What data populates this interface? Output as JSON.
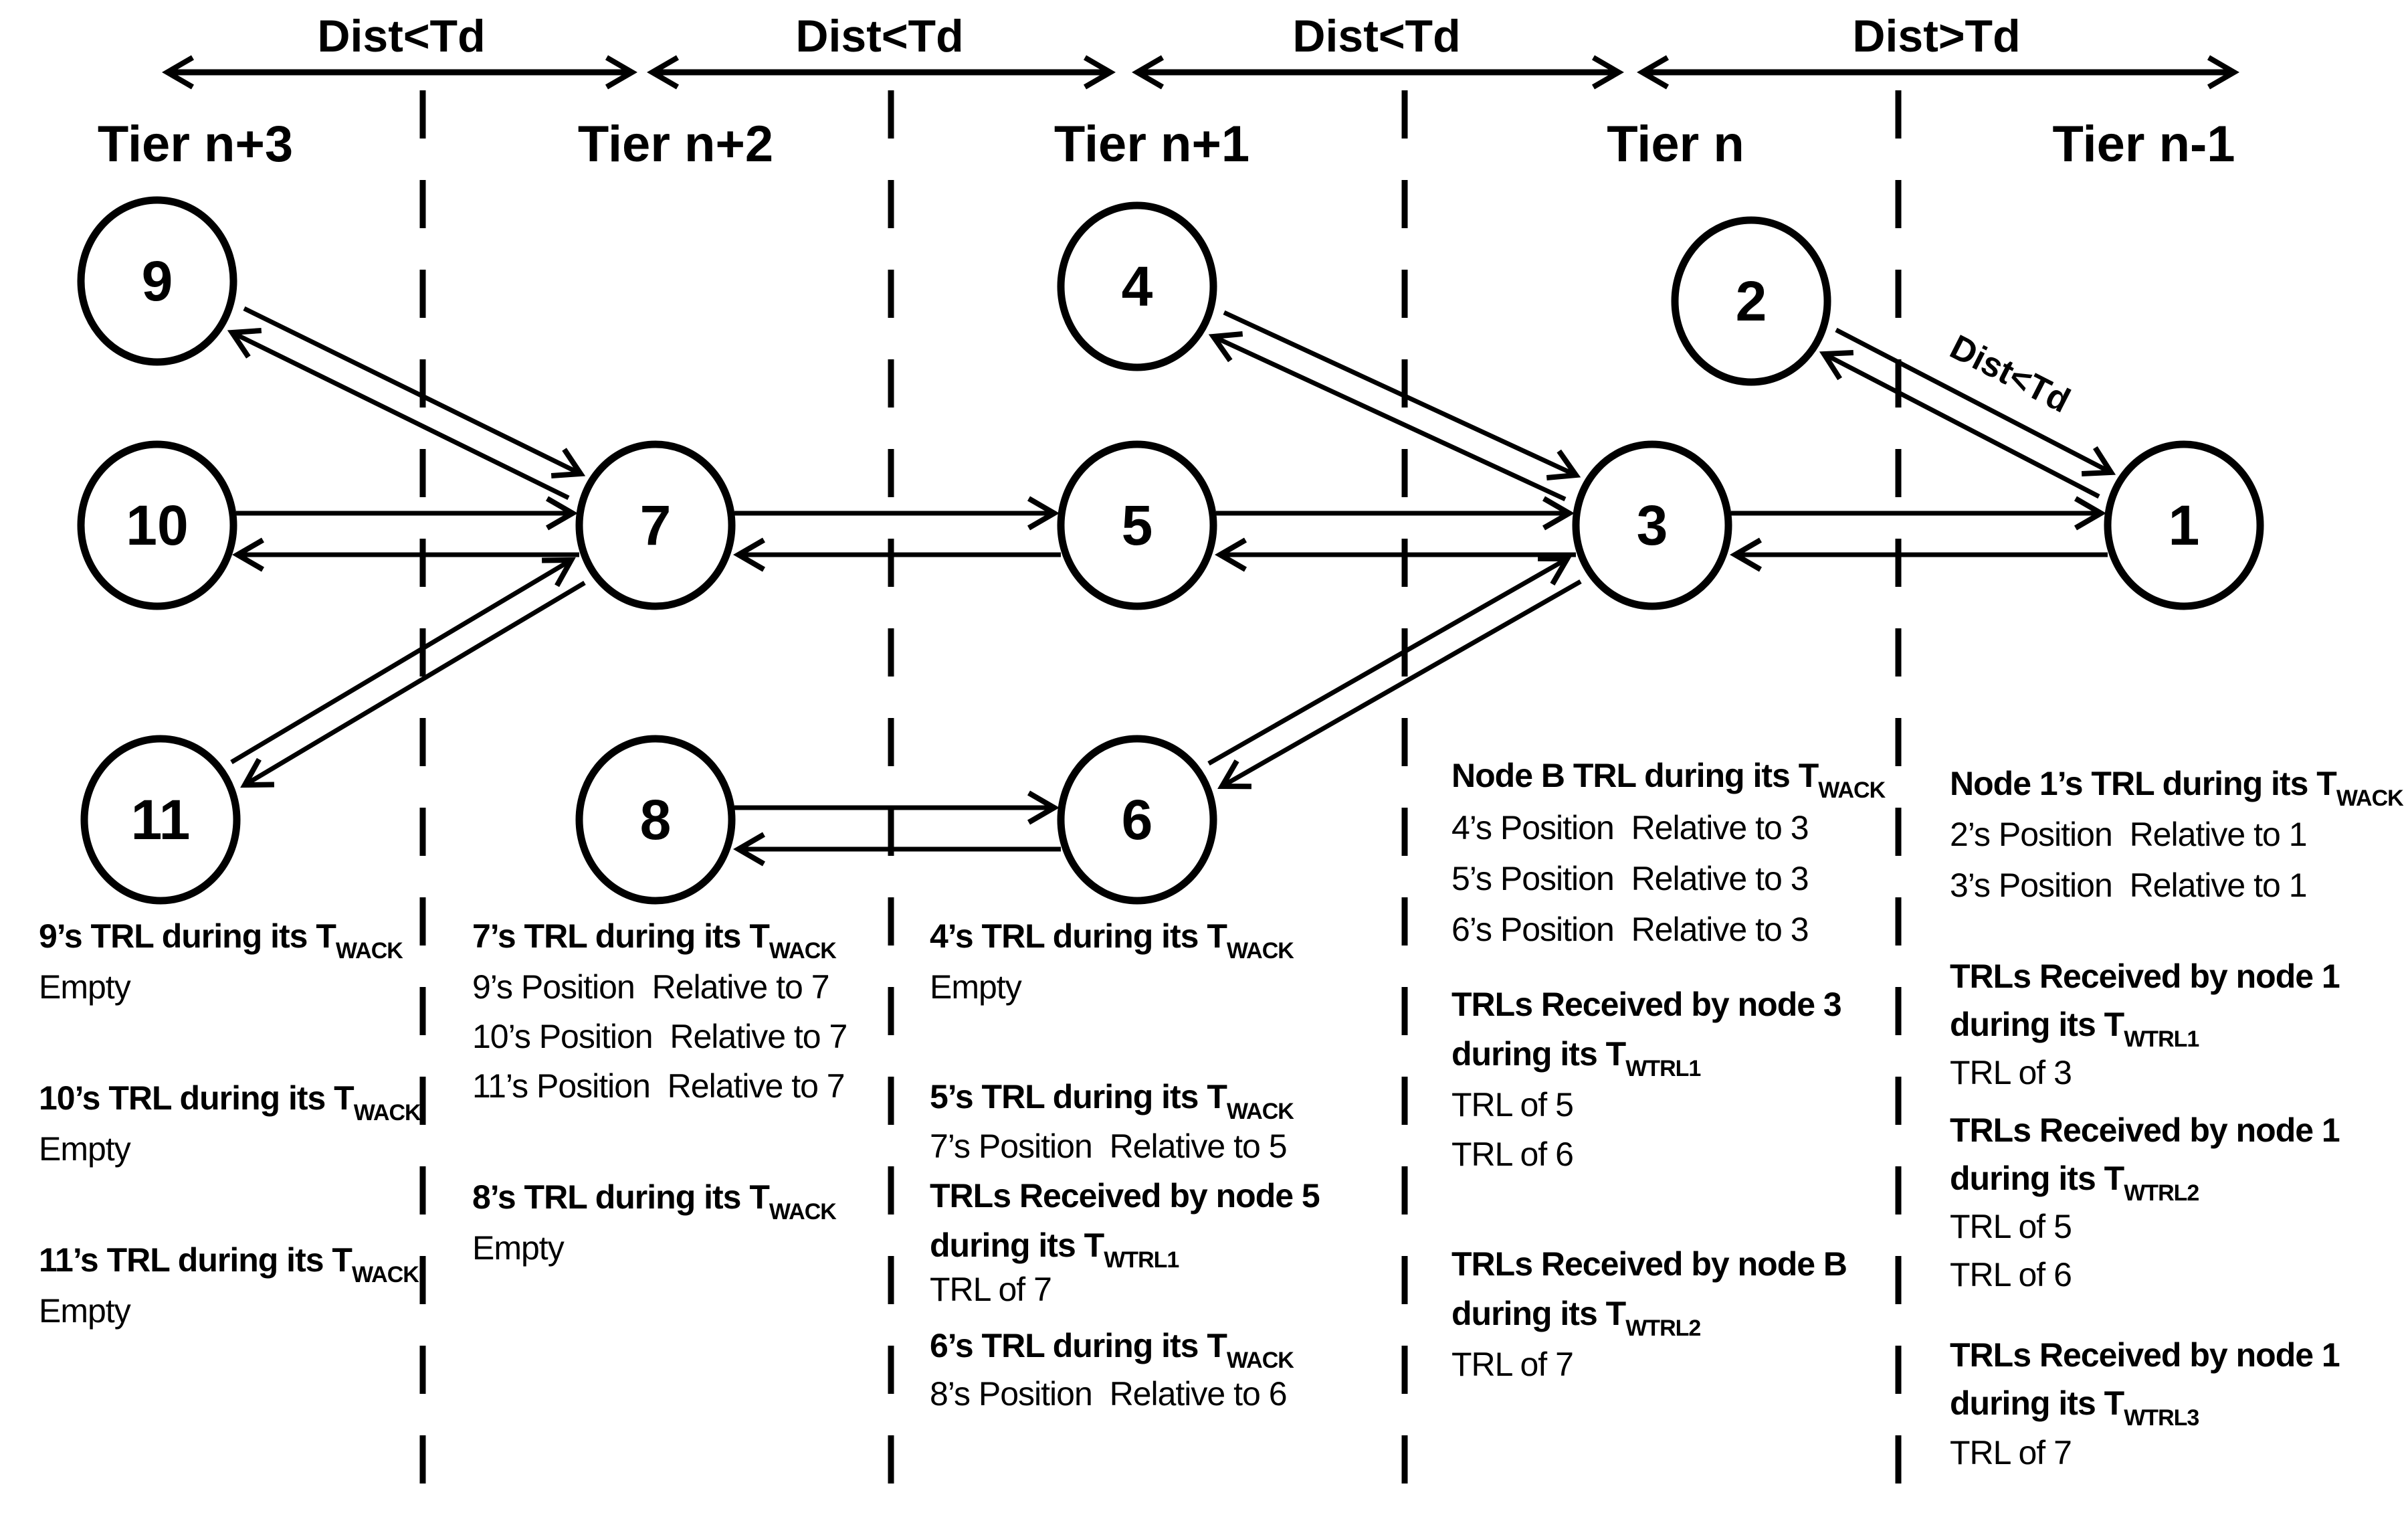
{
  "header": {
    "segments": [
      "Dist<Td",
      "Dist<Td",
      "Dist<Td",
      "Dist>Td"
    ],
    "tiers": [
      "Tier n+3",
      "Tier n+2",
      "Tier n+1",
      "Tier n",
      "Tier n-1"
    ]
  },
  "edge_label": "Dist<Td",
  "colors": {
    "ink": "#000000",
    "background": "#ffffff"
  },
  "nodes": [
    {
      "label": "9"
    },
    {
      "label": "10"
    },
    {
      "label": "11"
    },
    {
      "label": "7"
    },
    {
      "label": "8"
    },
    {
      "label": "4"
    },
    {
      "label": "5"
    },
    {
      "label": "6"
    },
    {
      "label": "3"
    },
    {
      "label": "2"
    },
    {
      "label": "1"
    }
  ],
  "columns": [
    {
      "tier": "Tier n+3",
      "lines": [
        {
          "pre": "9’s TRL during its T",
          "sub": "WACK"
        },
        {
          "pre": "Empty"
        },
        {
          "pre": "10’s TRL during its T",
          "sub": "WACK"
        },
        {
          "pre": "Empty"
        },
        {
          "pre": "11’s TRL during its T",
          "sub": "WACK"
        },
        {
          "pre": "Empty"
        }
      ]
    },
    {
      "tier": "Tier n+2",
      "lines": [
        {
          "pre": "7’s TRL during its T",
          "sub": "WACK"
        },
        {
          "pre": "9’s Position  Relative to 7"
        },
        {
          "pre": "10’s Position  Relative to 7"
        },
        {
          "pre": "11’s Position  Relative to 7"
        },
        {
          "pre": "8’s TRL during its T",
          "sub": "WACK"
        },
        {
          "pre": "Empty"
        }
      ]
    },
    {
      "tier": "Tier n+1",
      "lines": [
        {
          "pre": "4’s TRL during its T",
          "sub": "WACK"
        },
        {
          "pre": "Empty"
        },
        {
          "pre": "5’s TRL during its T",
          "sub": "WACK"
        },
        {
          "pre": "7’s Position  Relative to 5"
        },
        {
          "pre": "TRLs Received by node 5"
        },
        {
          "pre": "during its T",
          "sub": "WTRL1"
        },
        {
          "pre": "TRL of 7"
        },
        {
          "pre": "6’s TRL during its T",
          "sub": "WACK"
        },
        {
          "pre": "8’s Position  Relative to 6"
        }
      ]
    },
    {
      "tier": "Tier n",
      "lines": [
        {
          "pre": "Node B TRL during its T",
          "sub": "WACK"
        },
        {
          "pre": "4’s Position  Relative to 3"
        },
        {
          "pre": "5’s Position  Relative to 3"
        },
        {
          "pre": "6’s Position  Relative to 3"
        },
        {
          "pre": "TRLs Received by node 3"
        },
        {
          "pre": "during its T",
          "sub": "WTRL1"
        },
        {
          "pre": "TRL of 5"
        },
        {
          "pre": "TRL of 6"
        },
        {
          "pre": "TRLs Received by node B"
        },
        {
          "pre": "during its T",
          "sub": "WTRL2"
        },
        {
          "pre": "TRL of 7"
        }
      ]
    },
    {
      "tier": "Tier n-1",
      "lines": [
        {
          "pre": "Node 1’s TRL during its T",
          "sub": "WACK"
        },
        {
          "pre": "2’s Position  Relative to 1"
        },
        {
          "pre": "3’s Position  Relative to 1"
        },
        {
          "pre": "TRLs Received by node 1"
        },
        {
          "pre": "during its T",
          "sub": "WTRL1"
        },
        {
          "pre": "TRL of 3"
        },
        {
          "pre": "TRLs Received by node 1"
        },
        {
          "pre": "during its T",
          "sub": "WTRL2"
        },
        {
          "pre": "TRL of 5"
        },
        {
          "pre": "TRL of 6"
        },
        {
          "pre": "TRLs Received by node 1"
        },
        {
          "pre": "during its T",
          "sub": "WTRL3"
        },
        {
          "pre": "TRL of 7"
        }
      ]
    }
  ]
}
